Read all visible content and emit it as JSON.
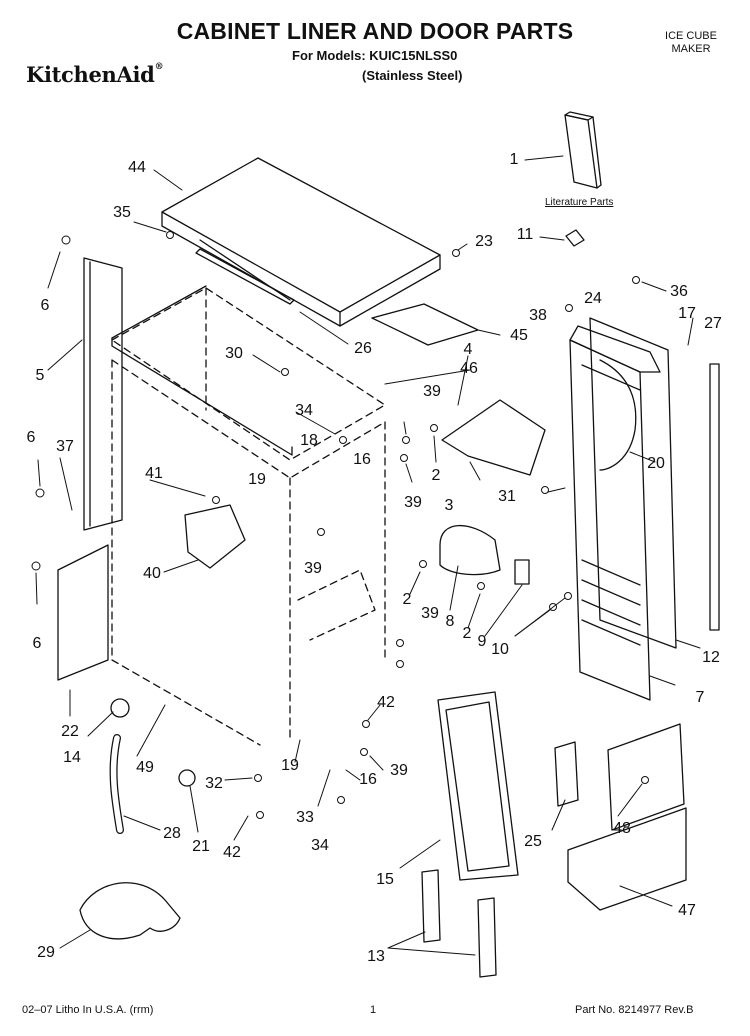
{
  "header": {
    "title": "CABINET LINER AND DOOR PARTS",
    "models_line": "For Models: KUIC15NLSS0",
    "finish_line": "(Stainless Steel)",
    "brand": "KitchenAid",
    "product_line1": "ICE CUBE",
    "product_line2": "MAKER"
  },
  "literature_label": "Literature Parts",
  "callouts": [
    "1",
    "2",
    "2",
    "2",
    "4",
    "5",
    "6",
    "6",
    "6",
    "7",
    "8",
    "9",
    "10",
    "11",
    "12",
    "13",
    "14",
    "15",
    "16",
    "16",
    "17",
    "18",
    "19",
    "19",
    "20",
    "21",
    "22",
    "23",
    "24",
    "25",
    "26",
    "27",
    "28",
    "29",
    "30",
    "31",
    "32",
    "33",
    "34",
    "34",
    "35",
    "36",
    "37",
    "38",
    "39",
    "39",
    "39",
    "39",
    "39",
    "40",
    "41",
    "42",
    "42",
    "44",
    "45",
    "46",
    "47",
    "48",
    "49",
    "3"
  ],
  "footer": {
    "left": "02–07 Litho In U.S.A. (rrm)",
    "center": "1",
    "right": "Part No. 8214977 Rev.B"
  },
  "colors": {
    "line": "#111111",
    "background": "#ffffff"
  }
}
